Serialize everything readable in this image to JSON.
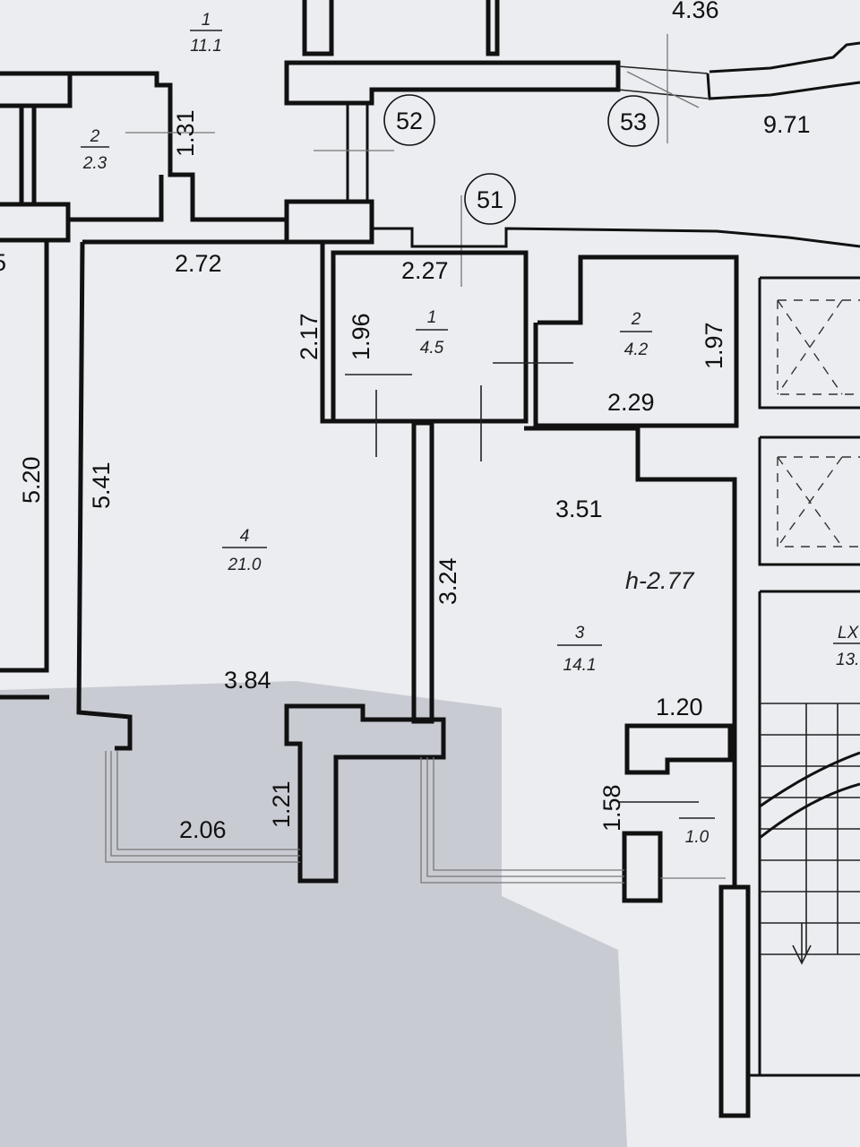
{
  "rooms": [
    {
      "id": "r1-top",
      "number": "1",
      "area": "11.1"
    },
    {
      "id": "r2-top",
      "number": "2",
      "area": "2.3"
    },
    {
      "id": "r1",
      "number": "1",
      "area": "4.5"
    },
    {
      "id": "r2",
      "number": "2",
      "area": "4.2"
    },
    {
      "id": "r3",
      "number": "3",
      "area": "14.1"
    },
    {
      "id": "r4",
      "number": "4",
      "area": "21.0"
    },
    {
      "id": "loggia",
      "number": "",
      "area": "1.0"
    },
    {
      "id": "partial-right",
      "number": "LX",
      "area": "13."
    }
  ],
  "dimensions": {
    "top_4_36": "4.36",
    "top_9_71": "9.71",
    "d_1_31": "1.31",
    "d_2_72": "2.72",
    "d_2_27": "2.27",
    "d_2_17": "2.17",
    "d_1_96": "1.96",
    "d_1_97": "1.97",
    "d_2_29": "2.29",
    "d_5_20": "5.20",
    "d_5_41": "5.41",
    "d_3_51": "3.51",
    "d_3_24": "3.24",
    "d_3_84": "3.84",
    "d_1_20": "1.20",
    "d_1_21": "1.21",
    "d_1_58": "1.58",
    "d_2_06": "2.06",
    "edge_5": "5"
  },
  "ceiling_height": "h-2.77",
  "axes": [
    "52",
    "53",
    "51"
  ]
}
